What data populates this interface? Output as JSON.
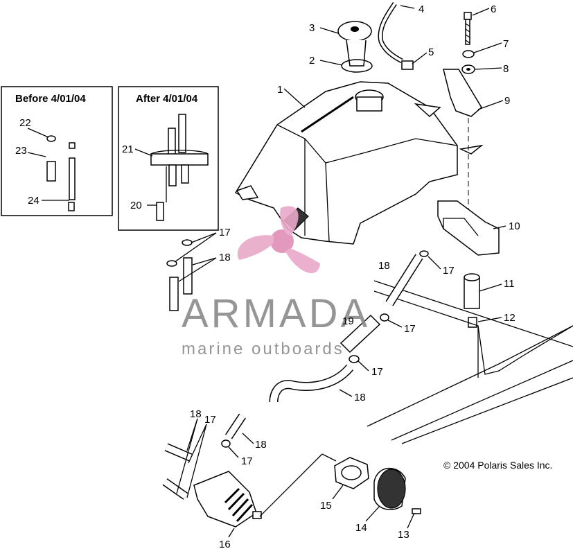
{
  "boxes": {
    "before": "Before 4/01/04",
    "after": "After 4/01/04"
  },
  "callouts": {
    "c1": "1",
    "c2": "2",
    "c3": "3",
    "c4": "4",
    "c5": "5",
    "c6": "6",
    "c7": "7",
    "c8": "8",
    "c9": "9",
    "c10": "10",
    "c11": "11",
    "c12": "12",
    "c13": "13",
    "c14": "14",
    "c15": "15",
    "c16": "16",
    "c17a": "17",
    "c17b": "17",
    "c17c": "17",
    "c17d": "17",
    "c17e": "17",
    "c17f": "17",
    "c18a": "18",
    "c18b": "18",
    "c18c": "18",
    "c18d": "18",
    "c18e": "18",
    "c19": "19",
    "c20": "20",
    "c21": "21",
    "c22": "22",
    "c23": "23",
    "c24": "24"
  },
  "copyright": "© 2004 Polaris Sales Inc.",
  "watermark": {
    "brand": "ARMADA",
    "tagline": "marine outboards",
    "logo": "propeller-logo",
    "color": "#e08fb8"
  }
}
